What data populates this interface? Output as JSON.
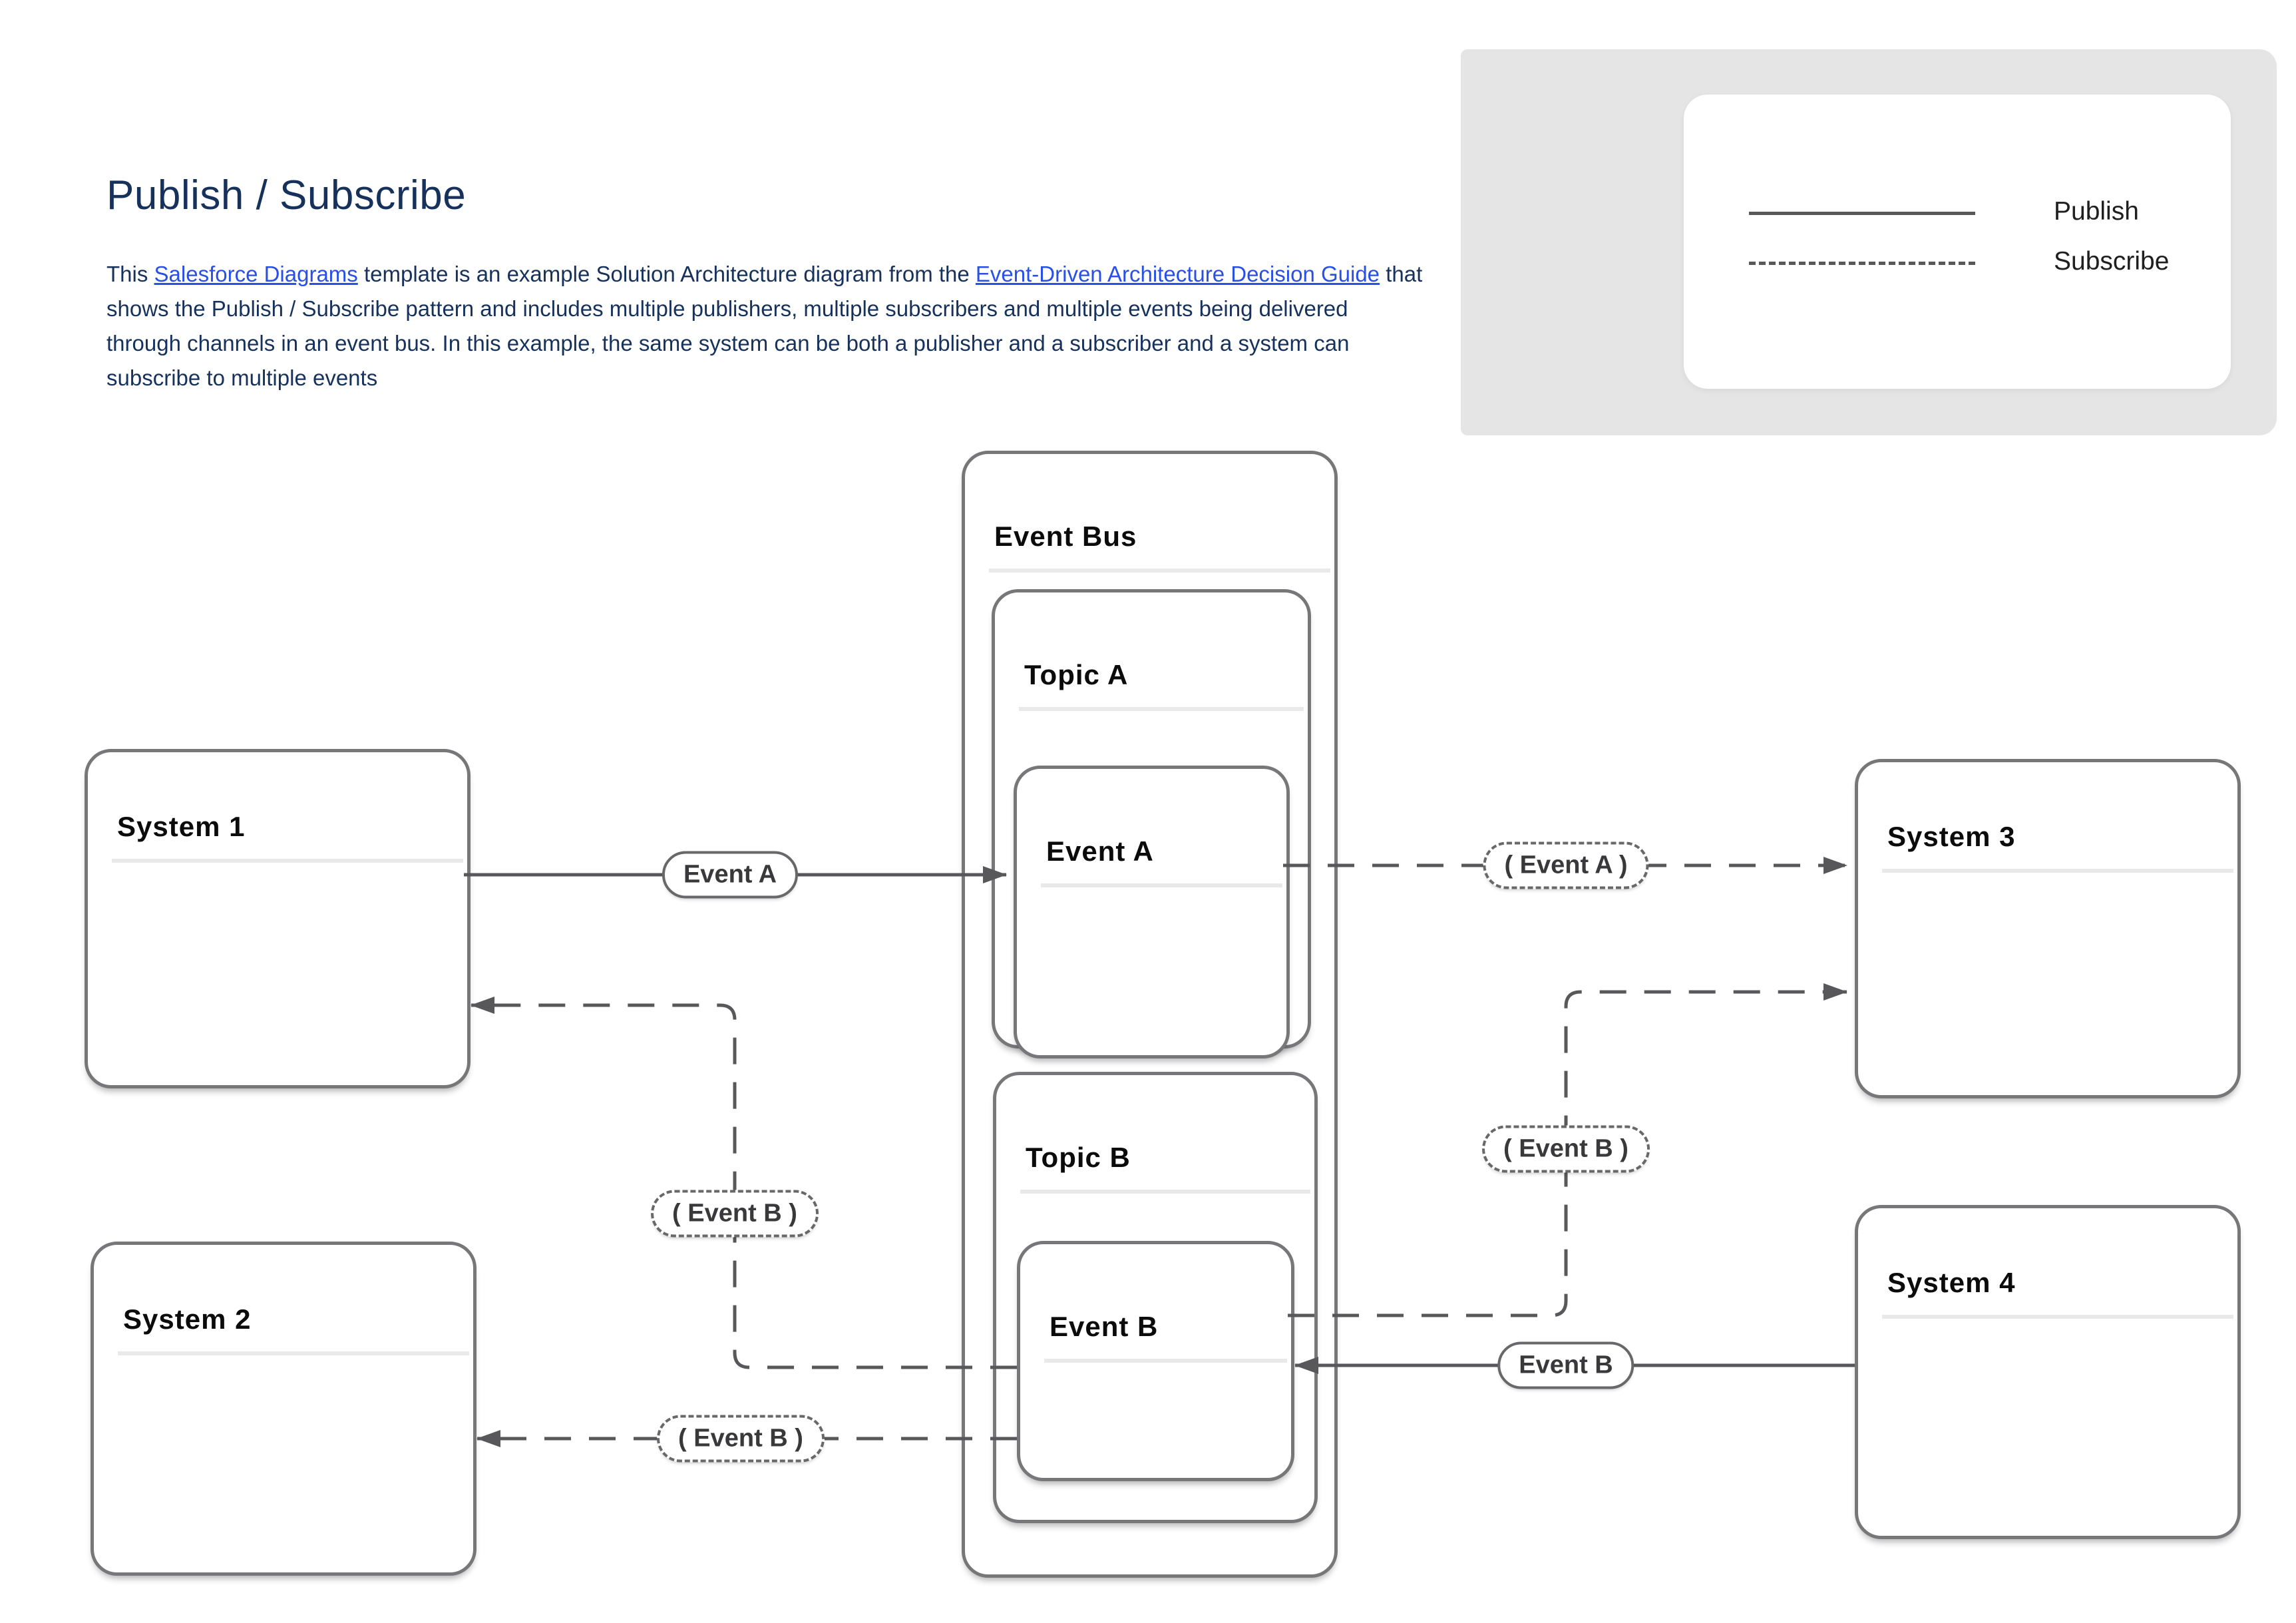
{
  "header": {
    "title": "Publish / Subscribe",
    "intro": {
      "seg1": "This ",
      "link1": "Salesforce Diagrams",
      "seg2": " template is an example Solution Architecture diagram from the ",
      "link2": "Event-Driven Architecture Decision Guide",
      "seg3": " that shows the Publish / Subscribe pattern and includes multiple publishers, multiple subscribers and multiple events being delivered through channels in an event bus. In this example, the same system can be both a publisher and a subscriber and a system can subscribe to multiple events"
    }
  },
  "legend": {
    "items": [
      {
        "style": "solid",
        "label": "Publish"
      },
      {
        "style": "dashed",
        "label": "Subscribe"
      }
    ]
  },
  "colors": {
    "title_navy": "#16325c",
    "link_blue": "#2850e6",
    "node_border_gray": "#77777a",
    "wire_gray": "#58585b",
    "panel_gray": "#e6e5e5",
    "divider_gray": "#e9e9ea"
  },
  "diagram": {
    "event_bus": {
      "title": "Event Bus"
    },
    "topic_a": {
      "title": "Topic A"
    },
    "event_a": {
      "title": "Event A"
    },
    "topic_b": {
      "title": "Topic B"
    },
    "event_b": {
      "title": "Event B"
    },
    "system_1": {
      "title": "System 1"
    },
    "system_2": {
      "title": "System 2"
    },
    "system_3": {
      "title": "System 3"
    },
    "system_4": {
      "title": "System 4"
    },
    "connections": [
      {
        "from": "System 1",
        "to": "Event A",
        "type": "publish",
        "label": "Event A"
      },
      {
        "from": "Event A",
        "to": "System 3",
        "type": "subscribe",
        "label": "( Event A )"
      },
      {
        "from": "Event B",
        "to": "System 3",
        "type": "subscribe",
        "label": "( Event B )"
      },
      {
        "from": "System 4",
        "to": "Event B",
        "type": "publish",
        "label": "Event B"
      },
      {
        "from": "Event B",
        "to": "System 1",
        "type": "subscribe",
        "label": "( Event B )"
      },
      {
        "from": "Event B",
        "to": "System 2",
        "type": "subscribe",
        "label": "( Event B )"
      }
    ]
  }
}
